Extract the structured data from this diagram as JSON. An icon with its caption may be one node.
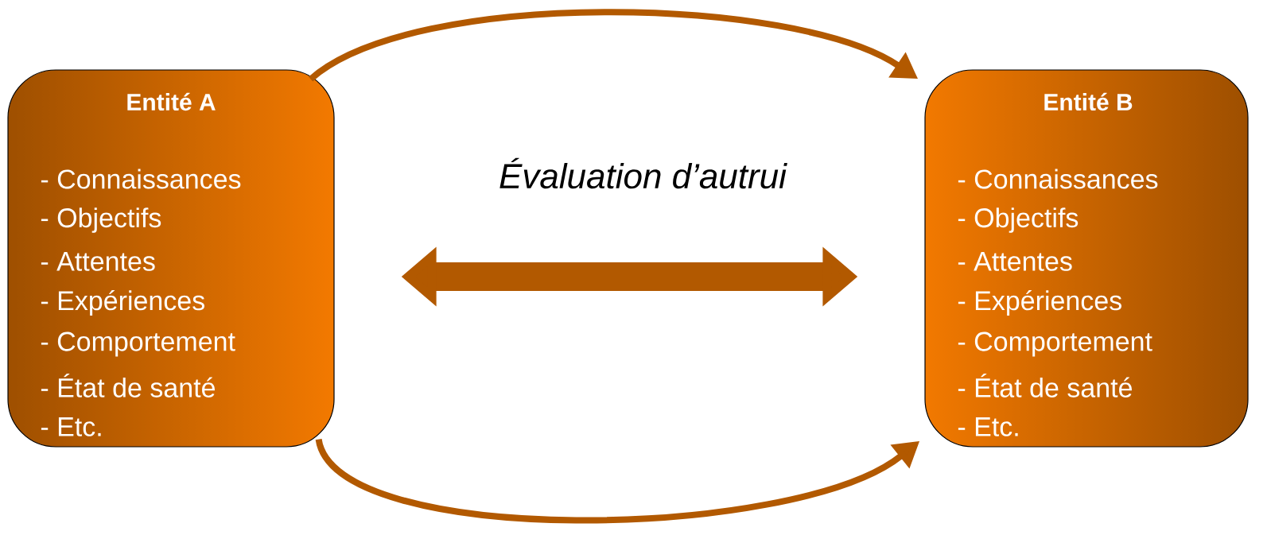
{
  "diagram": {
    "nodes": [
      {
        "text": [
          "Entité A",
          "- Connaissances",
          "- Objectifs",
          "- Attentes",
          "- Expériences",
          "- Comportement",
          "- État de santé",
          "- Etc."
        ]
      },
      {
        "text": [
          "Entité B",
          "- Connaissances",
          "- Objectifs",
          "- Attentes",
          "- Expériences",
          "- Comportement",
          "- État de santé",
          "- Etc."
        ]
      }
    ],
    "edges": [
      {
        "from": 0,
        "to": 1,
        "arrow": "to"
      },
      {
        "from": 0,
        "to": 1,
        "arrow": "both",
        "style": "thick"
      },
      {
        "from": 0,
        "to": 1,
        "arrow": "to"
      }
    ],
    "labels": [
      "Évaluation d’autrui"
    ]
  }
}
